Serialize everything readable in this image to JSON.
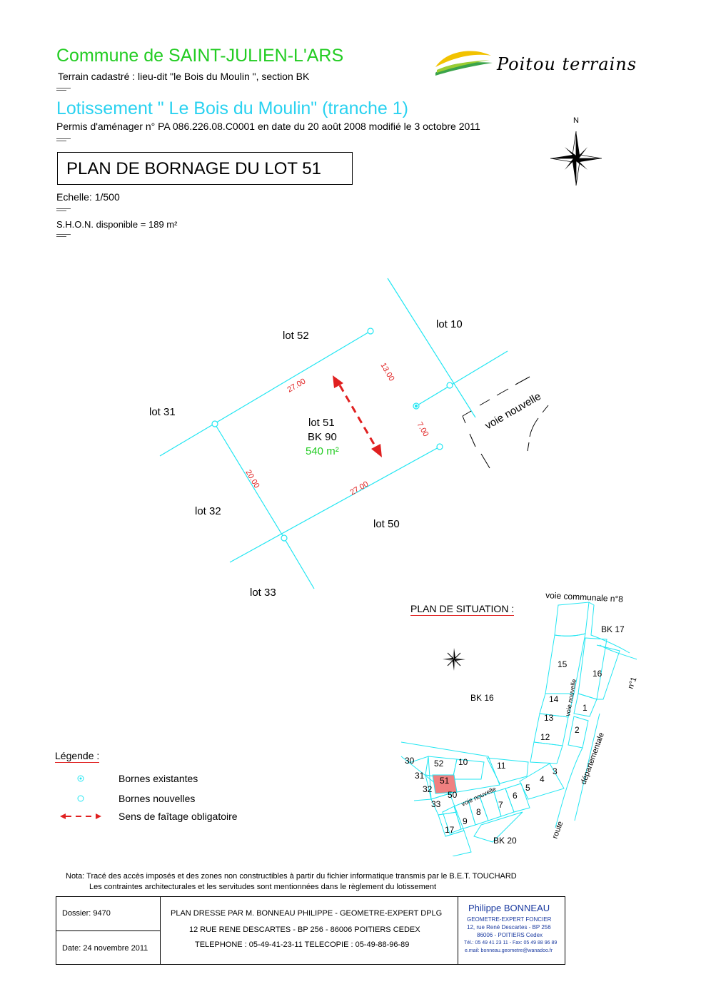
{
  "header": {
    "commune": "Commune de SAINT-JULIEN-L'ARS",
    "cadastre": "Terrain cadastré : lieu-dit \"le Bois du Moulin \", section BK",
    "lotissement": "Lotissement \" Le Bois du Moulin\"  (tranche 1)",
    "permis": "Permis d'aménager n° PA 086.226.08.C0001 en date du 20 août 2008 modifié le 3 octobre 2011",
    "plan_title": "PLAN DE BORNAGE DU LOT 51",
    "echelle": "Echelle: 1/500",
    "shon": "S.H.O.N. disponible = 189 m²"
  },
  "logo": {
    "text": "Poitou terrains",
    "colors": [
      "#f2c200",
      "#3aa34a"
    ]
  },
  "compass": {
    "label": "N"
  },
  "plan": {
    "lot_labels": {
      "lot52": "lot 52",
      "lot10": "lot 10",
      "lot31": "lot 31",
      "lot32": "lot 32",
      "lot50": "lot 50",
      "lot33": "lot 33",
      "voie": "voie nouvelle"
    },
    "lot51": {
      "name": "lot 51",
      "parcel": "BK 90",
      "area": "540 m²"
    },
    "dimensions": {
      "top": "27.00",
      "bottom": "27.00",
      "left": "20.00",
      "right_top": "13.00",
      "right_bottom": "7.00"
    }
  },
  "situation": {
    "title": "PLAN DE SITUATION :",
    "labels": {
      "voie_communale": "voie communale n°8",
      "bk17": "BK 17",
      "bk16": "BK 16",
      "bk20": "BK 20",
      "voie_nouvelle_v": "voie nouvelle",
      "voie_nouvelle_h": "voie nouvelle",
      "n1": "n°1",
      "departementale": "départementale",
      "route": "route"
    },
    "lots": {
      "l15": "15",
      "l16": "16",
      "l14": "14",
      "l1": "1",
      "l13": "13",
      "l2": "2",
      "l12": "12",
      "l3": "3",
      "l4": "4",
      "l5": "5",
      "l6": "6",
      "l7": "7",
      "l8": "8",
      "l9": "9",
      "l17": "17",
      "l11": "11",
      "l10": "10",
      "l52": "52",
      "l51": "51",
      "l50": "50",
      "l30": "30",
      "l31": "31",
      "l32": "32",
      "l33": "33"
    }
  },
  "legend": {
    "title": "Légende :",
    "items": [
      "Bornes existantes",
      "Bornes nouvelles",
      "Sens de faîtage obligatoire"
    ]
  },
  "note": {
    "line1": "Nota: Tracé des accès imposés et des zones non constructibles à partir du fichier informatique transmis par le B.E.T. TOUCHARD",
    "line2": "Les contraintes architecturales et les servitudes sont mentionnées dans le règlement du lotissement"
  },
  "footer": {
    "dossier": "Dossier: 9470",
    "date": "Date: 24 novembre 2011",
    "line1": "PLAN DRESSE PAR M. BONNEAU PHILIPPE - GEOMETRE-EXPERT DPLG",
    "line2": "12 RUE RENE DESCARTES - BP 256 - 86006 POITIERS CEDEX",
    "line3": "TELEPHONE : 05-49-41-23-11  TELECOPIE : 05-49-88-96-89",
    "stamp_name": "Philippe BONNEAU",
    "stamp_title": "GEOMETRE-EXPERT FONCIER",
    "stamp_addr1": "12, rue René Descartes - BP 256",
    "stamp_addr2": "86006 -  POITIERS Cedex",
    "stamp_tel": "Tél.: 05 49 41 23 11 - Fax: 05 49 88 96 89",
    "stamp_mail": "e.mail: bonneau.geometre@wanadoo.fr"
  },
  "colors": {
    "parcel_line": "#22e6f2",
    "dimension": "#e02020",
    "lot51_fill": "#f08080",
    "area_text": "#22cc22"
  }
}
